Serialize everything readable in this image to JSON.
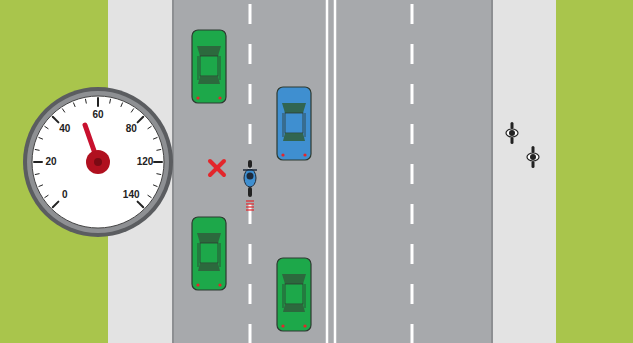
{
  "diagram": {
    "labels": [
      "0",
      "20",
      "40",
      "60",
      "80",
      "120",
      "140"
    ]
  }
}
